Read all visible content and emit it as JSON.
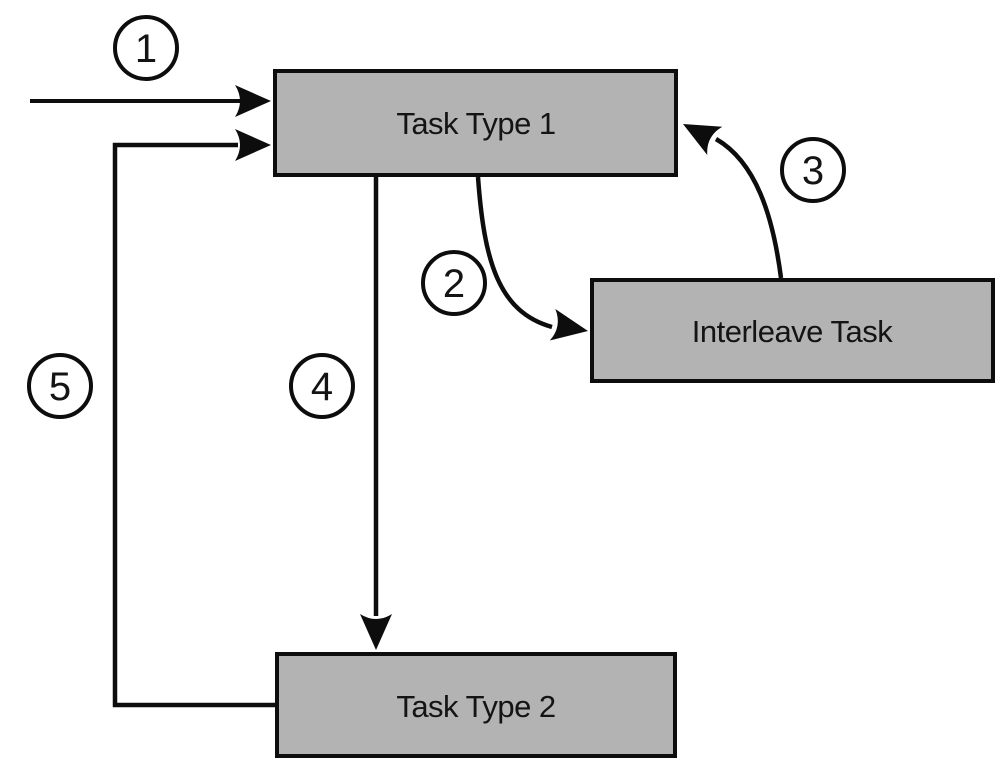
{
  "diagram": {
    "type": "flow-diagram",
    "background": "#ffffff",
    "node_fill": "#b3b3b3",
    "line_color": "#0d0d0d",
    "nodes": [
      {
        "id": "task-type-1",
        "label": "Task Type 1"
      },
      {
        "id": "interleave-task",
        "label": "Interleave Task"
      },
      {
        "id": "task-type-2",
        "label": "Task Type 2"
      }
    ],
    "steps": [
      {
        "label": "1",
        "edge": {
          "from": "start",
          "to": "Task Type 1"
        }
      },
      {
        "label": "2",
        "edge": {
          "from": "Task Type 1",
          "to": "Interleave Task"
        }
      },
      {
        "label": "3",
        "edge": {
          "from": "Interleave Task",
          "to": "Task Type 1"
        }
      },
      {
        "label": "4",
        "edge": {
          "from": "Task Type 1",
          "to": "Task Type 2"
        }
      },
      {
        "label": "5",
        "edge": {
          "from": "Task Type 2",
          "to": "Task Type 1"
        }
      }
    ]
  }
}
